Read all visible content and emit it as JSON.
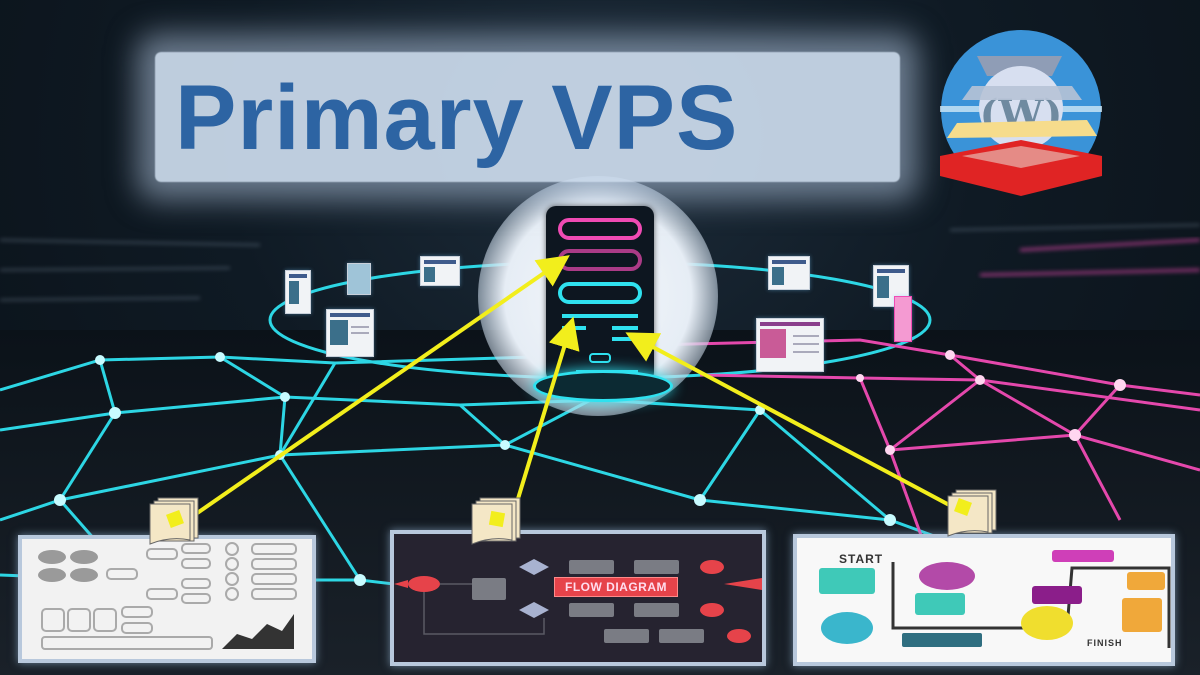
{
  "title": {
    "text": "Primary VPS",
    "color": "#2d64a3"
  },
  "logo": {
    "icon": "wordpress-layered-stack-icon",
    "colors": {
      "circle": "#3a93d8",
      "base": "#e02424",
      "layer": "#f6dc8c"
    }
  },
  "server": {
    "icon": "server-rack-icon",
    "accent_top": "#f04bb4",
    "accent_bottom": "#2fe1ef"
  },
  "network": {
    "left_color": "#2fe1ef",
    "right_color": "#f04bb4",
    "arrow_color": "#f2ee1c"
  },
  "panels": [
    {
      "id": "infographic",
      "kind": "infographic-templates",
      "background": "#f2f2f2"
    },
    {
      "id": "flow-diagram",
      "label": "FLOW DIAGRAM",
      "background": "#262330",
      "accent": "#e6434a"
    },
    {
      "id": "process-map",
      "start_label": "START",
      "finish_label": "FINISH",
      "background": "#f8f8f8"
    }
  ],
  "documents": [
    {
      "icon": "document-stack-icon",
      "target": "server-upper-pink-slot"
    },
    {
      "icon": "document-stack-icon",
      "target": "server-lower-cyan-slot"
    },
    {
      "icon": "document-stack-icon",
      "target": "server-right-cyan-slot"
    }
  ]
}
